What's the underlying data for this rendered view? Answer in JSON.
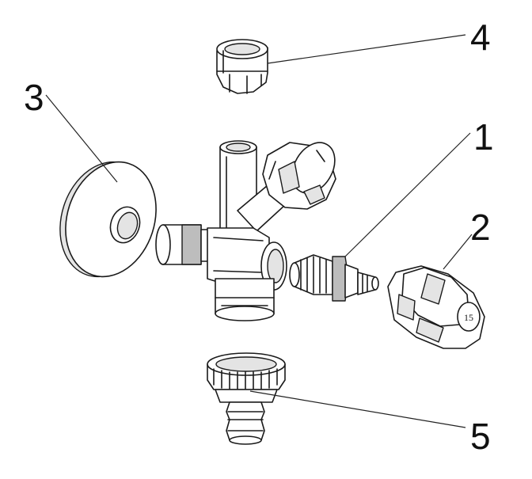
{
  "diagram": {
    "callouts": [
      {
        "id": "1",
        "text": "1"
      },
      {
        "id": "2",
        "text": "2"
      },
      {
        "id": "3",
        "text": "3"
      },
      {
        "id": "4",
        "text": "4"
      },
      {
        "id": "5",
        "text": "5"
      }
    ],
    "knob_emblem": "15"
  }
}
